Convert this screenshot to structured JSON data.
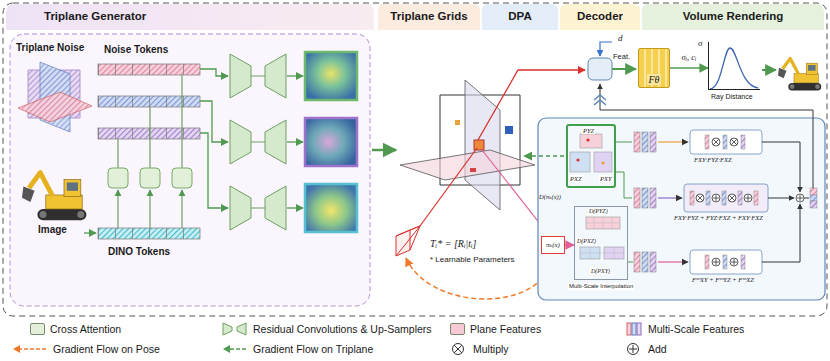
{
  "diagram": {
    "nodes": [
      {
        "text": [
          "Triplane Generator"
        ]
      },
      {
        "text": [
          "Triplane Grids"
        ]
      },
      {
        "text": [
          "DPA"
        ]
      },
      {
        "text": [
          "Decoder"
        ]
      },
      {
        "text": [
          "Volume Rendering"
        ]
      },
      {
        "text": [
          "PYZ",
          "PXZ",
          "PXY"
        ]
      },
      {
        "text": [
          "πₖ(x)"
        ]
      },
      {
        "text": [
          "D(PYZ)",
          "D(PXZ)",
          "D(PXY)",
          "Multi-Scale Interpolation"
        ]
      },
      {
        "text": [
          "Fθ"
        ]
      },
      {
        "text": [
          "σ",
          "Ray Distance"
        ]
      }
    ],
    "edges": [
      {
        "from": 6,
        "to": 7,
        "arrow": "to"
      },
      {
        "from": 8,
        "to": 9,
        "label": "σᵢ, cᵢ",
        "arrow": "to"
      }
    ],
    "labels": [
      "Triplane Noise",
      "Noise Tokens",
      "Image",
      "DINO Tokens",
      "d",
      "Feat.",
      "Tᵢ* = [Rᵢ|tᵢ]",
      "* Learnable Parameters",
      "D(πₖ(x))",
      "FXY·FYZ·FXZ",
      "FXY·FYZ + FYZ·FXZ + FXY·FXZ",
      "FᵐˢXY + FᵐˢYZ + FᵐˢXZ"
    ],
    "legend": [
      {
        "text": "Cross Attention",
        "color": "#e2efd9"
      },
      {
        "text": "Residual Convolutions & Up-Samplers"
      },
      {
        "text": "Plane Features",
        "color": "#f7c9d4"
      },
      {
        "text": "Multi-Scale Features"
      },
      {
        "text": "Gradient Flow on Pose"
      },
      {
        "text": "Gradient Flow on Triplane"
      },
      {
        "text": "Multiply"
      },
      {
        "text": "Add"
      }
    ]
  }
}
